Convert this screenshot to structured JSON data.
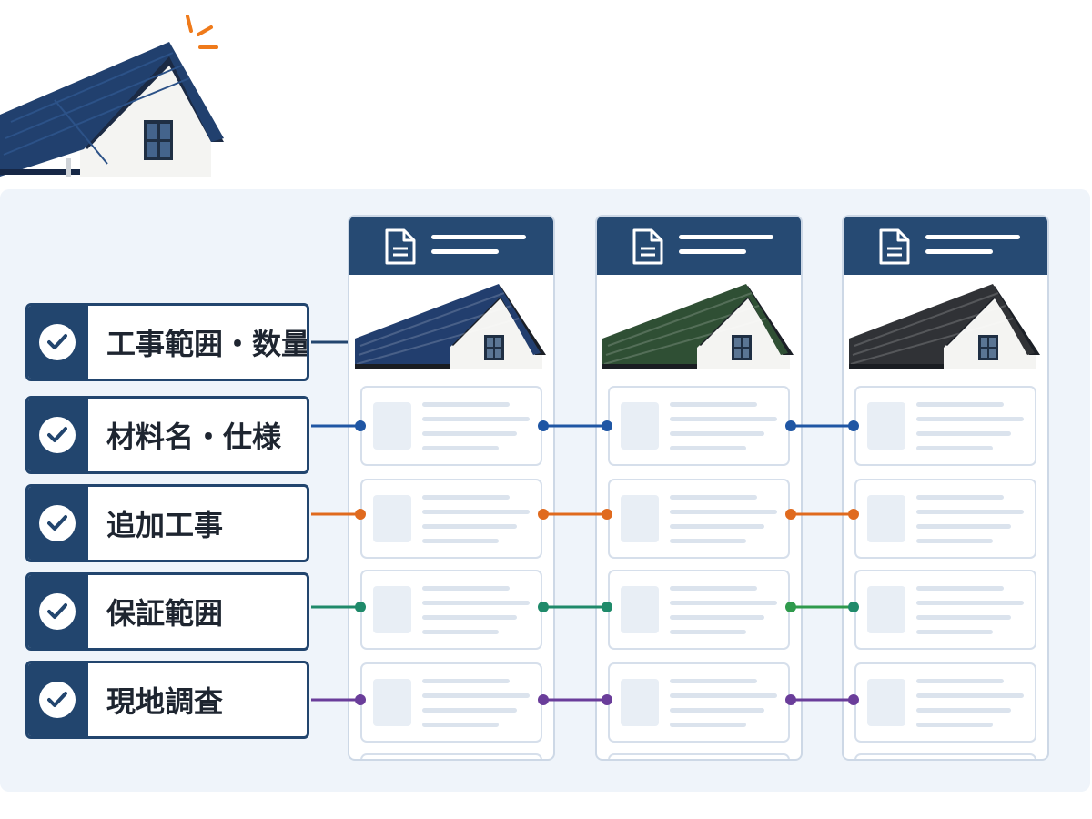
{
  "criteria": [
    {
      "label": "工事範囲・数量",
      "icon": "check-icon",
      "color": ""
    },
    {
      "label": "材料名・仕様",
      "icon": "check-icon",
      "color": "#1f56a4"
    },
    {
      "label": "追加工事",
      "icon": "check-icon",
      "color": "#e06a1e"
    },
    {
      "label": "保証範囲",
      "icon": "check-icon",
      "color": "#1f8a6a"
    },
    {
      "label": "現地調査",
      "icon": "check-icon",
      "color": "#6a3d9a"
    }
  ],
  "documents": [
    {
      "icon": "document-icon",
      "roof_color": "#223e6e"
    },
    {
      "icon": "document-icon",
      "roof_color": "#2f4f34"
    },
    {
      "icon": "document-icon",
      "roof_color": "#303236"
    }
  ],
  "colors": {
    "navy": "#22456e",
    "panel": "#eff4fa",
    "alert": "#ef7a1a",
    "link_green": "#2f9a4c"
  }
}
